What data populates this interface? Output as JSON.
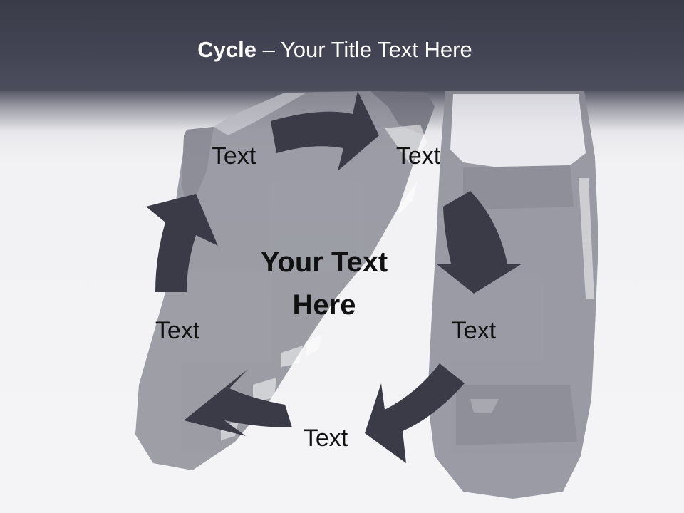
{
  "slide": {
    "title_bold": "Cycle",
    "title_rest": " – Your Title Text Here",
    "center_line1": "Your Text",
    "center_line2": "Here",
    "cycle_labels": [
      "Text",
      "Text",
      "Text",
      "Text",
      "Text"
    ]
  },
  "colors": {
    "header": "#434554",
    "arrow": "#3a3b47",
    "background": "#f4f4f6",
    "title_text": "#ffffff",
    "body_text": "#111111"
  },
  "icons": {
    "arrow": "curved-arrow-icon",
    "background": "football-boots-image"
  }
}
